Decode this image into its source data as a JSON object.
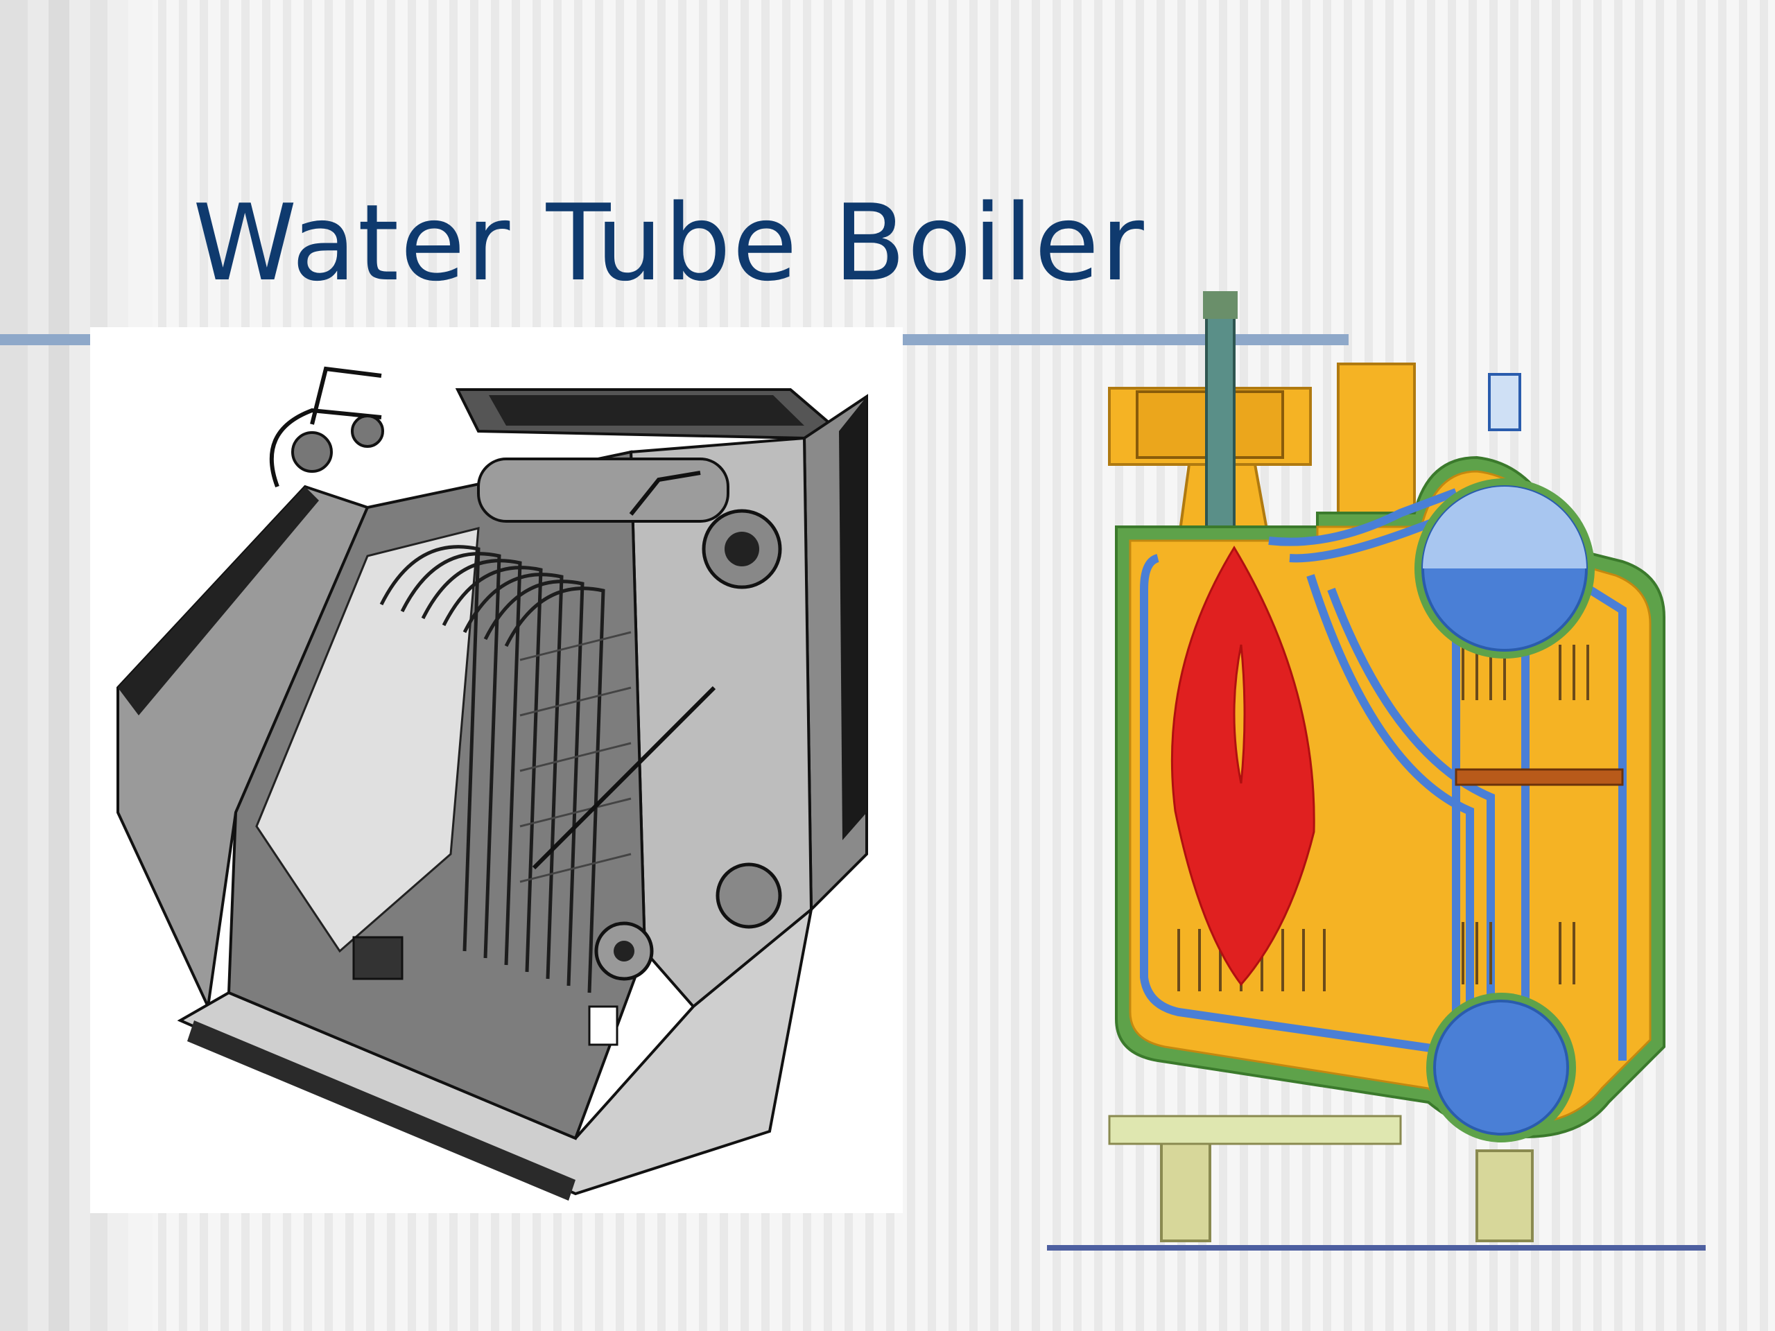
{
  "slide": {
    "title": "Water Tube Boiler"
  },
  "colors": {
    "title": "#0f3a6e",
    "accent_rule": "#8ea8c9",
    "casing": "#f5b324",
    "water": "#4a7fd6",
    "steam": "#a8c6f0",
    "flame": "#e02020",
    "insulation": "#5ea24a"
  },
  "images": {
    "left": "boiler-cutaway-photo",
    "right": "boiler-cross-section-diagram"
  }
}
